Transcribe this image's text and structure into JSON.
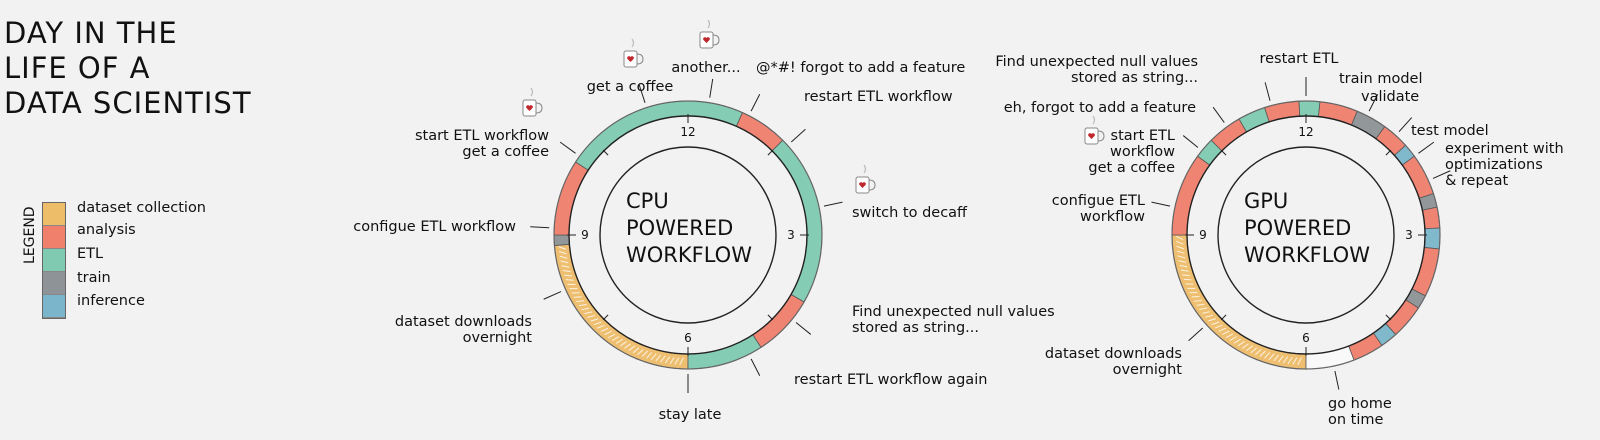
{
  "title_lines": [
    "DAY IN THE",
    "LIFE OF A",
    "DATA SCIENTIST"
  ],
  "legend": {
    "title": "LEGEND",
    "items": [
      {
        "key": "dataset",
        "label": "dataset collection",
        "color": "#eebd6a"
      },
      {
        "key": "analysis",
        "label": "analysis",
        "color": "#f07f6c"
      },
      {
        "key": "etl",
        "label": "ETL",
        "color": "#7fcab0"
      },
      {
        "key": "train",
        "label": "train",
        "color": "#8d9396"
      },
      {
        "key": "inference",
        "label": "inference",
        "color": "#7ab5cb"
      }
    ]
  },
  "chart_data": [
    {
      "type": "pie",
      "subtype": "clock-ring",
      "title": [
        "CPU",
        "POWERED",
        "WORKFLOW"
      ],
      "tick_labels": [
        "12",
        "3",
        "6",
        "9"
      ],
      "segments": [
        {
          "category": "dataset",
          "start_hour": 6.0,
          "end_hour": 8.85
        },
        {
          "category": "train",
          "start_hour": 8.85,
          "end_hour": 9.0
        },
        {
          "category": "analysis",
          "start_hour": 9.0,
          "end_hour": 10.1
        },
        {
          "category": "etl",
          "start_hour": 10.1,
          "end_hour": 12.8
        },
        {
          "category": "analysis",
          "start_hour": 12.8,
          "end_hour": 13.5
        },
        {
          "category": "etl",
          "start_hour": 13.5,
          "end_hour": 16.0
        },
        {
          "category": "analysis",
          "start_hour": 16.0,
          "end_hour": 16.9
        },
        {
          "category": "etl",
          "start_hour": 16.9,
          "end_hour": 18.0
        }
      ],
      "annotations": [
        {
          "lines": [
            "start ETL workflow",
            "get a coffee"
          ],
          "hour": 10.2,
          "coffee": true,
          "align": "end"
        },
        {
          "lines": [
            "get a coffee"
          ],
          "hour": 11.4,
          "coffee": true,
          "align": "middle"
        },
        {
          "lines": [
            "another..."
          ],
          "hour": 12.3,
          "coffee": true,
          "align": "middle"
        },
        {
          "lines": [
            "@*#! forgot to add a feature"
          ],
          "hour": 12.9,
          "coffee": false,
          "align": "start"
        },
        {
          "lines": [
            "restart ETL workflow"
          ],
          "hour": 13.6,
          "coffee": false,
          "align": "start"
        },
        {
          "lines": [
            "switch to decaff"
          ],
          "hour": 14.6,
          "coffee": true,
          "align": "start"
        },
        {
          "lines": [
            "Find unexpected null values",
            "stored as string..."
          ],
          "hour": 16.3,
          "coffee": false,
          "align": "start"
        },
        {
          "lines": [
            "restart ETL workflow again"
          ],
          "hour": 17.1,
          "coffee": false,
          "align": "start"
        },
        {
          "lines": [
            "stay late"
          ],
          "hour": 18.0,
          "coffee": false,
          "align": "middle"
        },
        {
          "lines": [
            "dataset downloads",
            "overnight"
          ],
          "hour": 20.2,
          "coffee": false,
          "align": "end"
        },
        {
          "lines": [
            "configue ETL workflow"
          ],
          "hour": 21.1,
          "coffee": false,
          "align": "end"
        }
      ]
    },
    {
      "type": "pie",
      "subtype": "clock-ring",
      "title": [
        "GPU",
        "POWERED",
        "WORKFLOW"
      ],
      "tick_labels": [
        "12",
        "3",
        "6",
        "9"
      ],
      "segments": [
        {
          "category": "dataset",
          "start_hour": 6.0,
          "end_hour": 9.0
        },
        {
          "category": "analysis",
          "start_hour": 9.0,
          "end_hour": 10.2
        },
        {
          "category": "etl",
          "start_hour": 10.2,
          "end_hour": 10.5
        },
        {
          "category": "analysis",
          "start_hour": 10.5,
          "end_hour": 11.0
        },
        {
          "category": "etl",
          "start_hour": 11.0,
          "end_hour": 11.4
        },
        {
          "category": "analysis",
          "start_hour": 11.4,
          "end_hour": 11.9
        },
        {
          "category": "etl",
          "start_hour": 11.9,
          "end_hour": 12.2
        },
        {
          "category": "analysis",
          "start_hour": 12.2,
          "end_hour": 12.75
        },
        {
          "category": "train",
          "start_hour": 12.75,
          "end_hour": 13.2
        },
        {
          "category": "analysis",
          "start_hour": 13.2,
          "end_hour": 13.6
        },
        {
          "category": "inference",
          "start_hour": 13.6,
          "end_hour": 13.8
        },
        {
          "category": "analysis",
          "start_hour": 13.8,
          "end_hour": 14.4
        },
        {
          "category": "train",
          "start_hour": 14.4,
          "end_hour": 14.6
        },
        {
          "category": "analysis",
          "start_hour": 14.6,
          "end_hour": 14.9
        },
        {
          "category": "inference",
          "start_hour": 14.9,
          "end_hour": 15.2
        },
        {
          "category": "analysis",
          "start_hour": 15.2,
          "end_hour": 15.9
        },
        {
          "category": "train",
          "start_hour": 15.9,
          "end_hour": 16.1
        },
        {
          "category": "analysis",
          "start_hour": 16.1,
          "end_hour": 16.6
        },
        {
          "category": "inference",
          "start_hour": 16.6,
          "end_hour": 16.85
        },
        {
          "category": "analysis",
          "start_hour": 16.85,
          "end_hour": 17.3
        },
        {
          "category": "none",
          "start_hour": 17.3,
          "end_hour": 18.0
        }
      ],
      "annotations": [
        {
          "lines": [
            "start ETL",
            "workflow",
            "get a coffee"
          ],
          "hour": 10.3,
          "coffee": true,
          "align": "end"
        },
        {
          "lines": [
            "eh, forgot to add a feature"
          ],
          "hour": 10.8,
          "coffee": false,
          "align": "end"
        },
        {
          "lines": [
            "Find unexpected null values",
            "stored as string..."
          ],
          "hour": 11.5,
          "coffee": false,
          "align": "end"
        },
        {
          "lines": [
            "restart ETL"
          ],
          "hour": 12.0,
          "coffee": false,
          "align": "middle"
        },
        {
          "lines": [
            "train model"
          ],
          "hour": 12.9,
          "coffee": false,
          "align": "start"
        },
        {
          "lines": [
            "validate"
          ],
          "hour": 13.4,
          "coffee": false,
          "align": "start"
        },
        {
          "lines": [
            "test model"
          ],
          "hour": 13.8,
          "coffee": false,
          "align": "start"
        },
        {
          "lines": [
            "experiment with",
            "optimizations",
            "& repeat"
          ],
          "hour": 14.2,
          "coffee": false,
          "align": "start"
        },
        {
          "lines": [
            "go home",
            "on time"
          ],
          "hour": 17.6,
          "coffee": false,
          "align": "start"
        },
        {
          "lines": [
            "dataset downloads",
            "overnight"
          ],
          "hour": 19.6,
          "coffee": false,
          "align": "end"
        },
        {
          "lines": [
            "configue ETL",
            "workflow"
          ],
          "hour": 21.4,
          "coffee": false,
          "align": "end"
        }
      ]
    }
  ]
}
